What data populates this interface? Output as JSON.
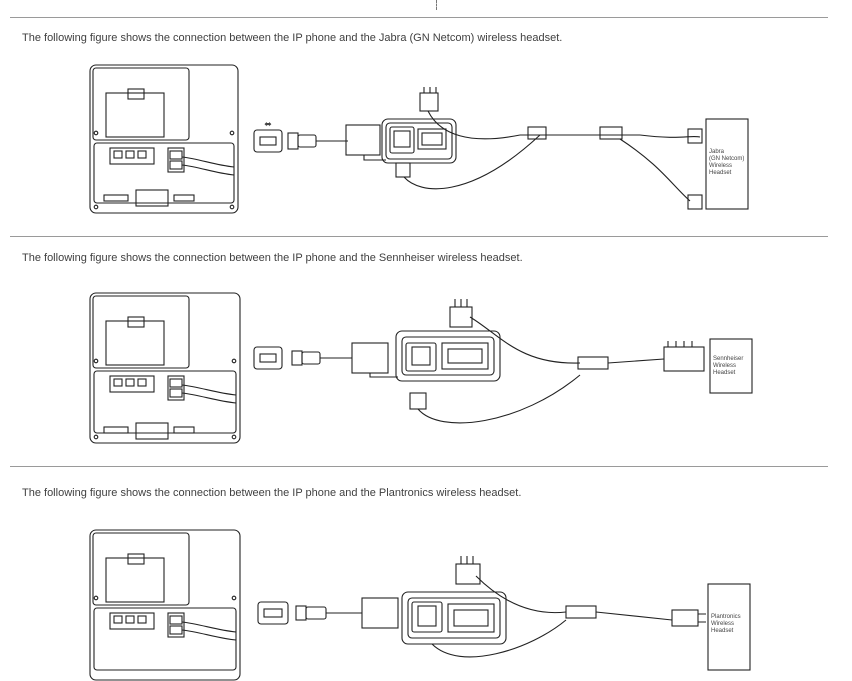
{
  "sections": [
    {
      "caption": "The following figure shows the connection between the IP phone and the Jabra (GN Netcom) wireless headset.",
      "headset_label": [
        "Jabra",
        "(GN Netcom)",
        "Wireless",
        "Headset"
      ]
    },
    {
      "caption": "The following figure shows the connection between the IP phone and the Sennheiser wireless headset.",
      "headset_label": [
        "Sennheiser",
        "Wireless",
        "Headset"
      ]
    },
    {
      "caption": "The following figure shows the connection between the IP phone and the Plantronics wireless headset.",
      "headset_label": [
        "Plantronics",
        "Wireless",
        "Headset"
      ]
    }
  ],
  "icons": {
    "usb_port": "usb-port-icon",
    "usb_symbol": "usb-symbol-icon",
    "usb_plug": "usb-plug-icon",
    "adapter": "ehs-adapter-icon",
    "rj_plug": "rj-plug-icon"
  },
  "colors": {
    "line": "#222222",
    "rule": "#9a9a9a",
    "text": "#404040"
  }
}
